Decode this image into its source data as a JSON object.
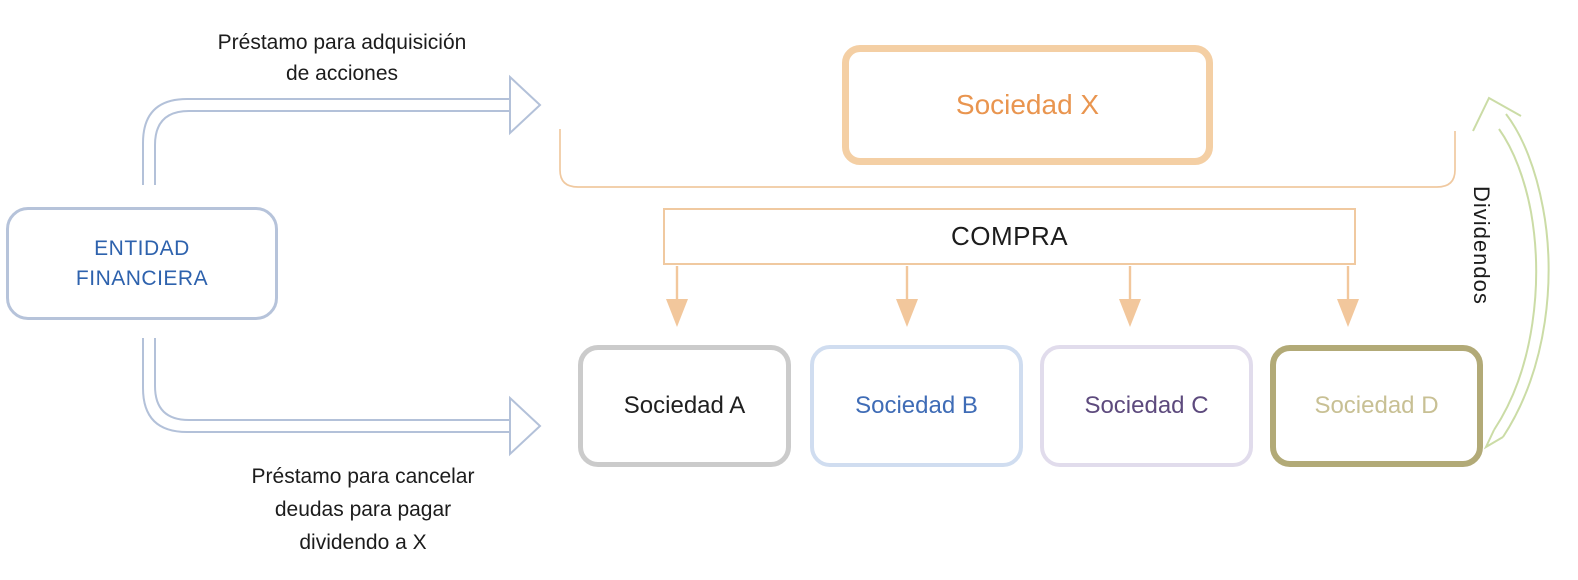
{
  "canvas": {
    "background": "#ffffff"
  },
  "annotations": {
    "loan_top": {
      "lines": [
        "Préstamo para adquisición",
        "de acciones"
      ],
      "color": "#1c1c1c"
    },
    "loan_bottom": {
      "lines": [
        "Préstamo para cancelar",
        "deudas para pagar",
        "dividendo a X"
      ],
      "color": "#1c1c1c"
    },
    "dividendos": {
      "label": "Dividendos",
      "color": "#1c1c1c"
    }
  },
  "nodes": {
    "entidad_financiera": {
      "lines": [
        "ENTIDAD",
        "FINANCIERA"
      ],
      "text_color": "#2e62ad",
      "border_color": "#b6c3da"
    },
    "sociedad_x": {
      "label": "Sociedad X",
      "text_color": "#e9954f",
      "border_color": "#f4cfa4"
    },
    "compra": {
      "label": "COMPRA",
      "text_color": "#1c1c1c",
      "border_color": "#f0c9a0"
    },
    "societies": [
      {
        "label": "Sociedad A",
        "text_color": "#1f1f1f",
        "border_color": "#cbcbcb"
      },
      {
        "label": "Sociedad B",
        "text_color": "#3f6cb6",
        "border_color": "#d0ddf0"
      },
      {
        "label": "Sociedad C",
        "text_color": "#5d4a7d",
        "border_color": "#e1dcec"
      },
      {
        "label": "Sociedad D",
        "text_color": "#c8c094",
        "border_color": "#b2aa77"
      }
    ]
  },
  "connectors": {
    "loan_arrow_color": "#b3c1d9",
    "bracket_color": "#f0c9a0",
    "purchase_arrow_color": "#f2c79c",
    "dividends_arrow_color": "#cbdca6"
  }
}
